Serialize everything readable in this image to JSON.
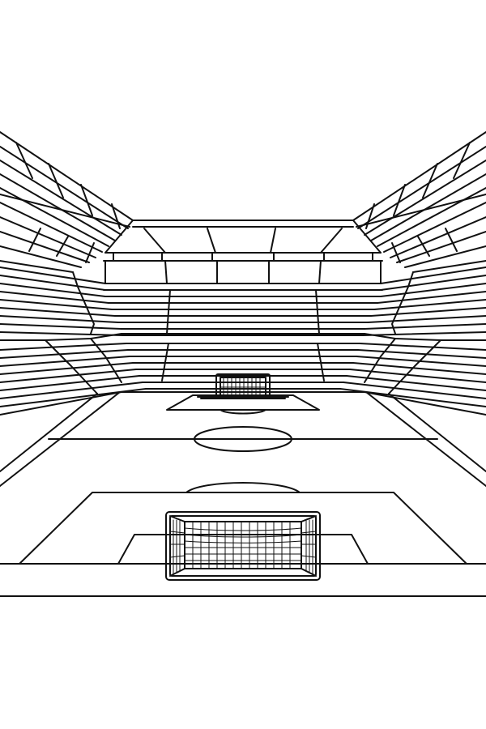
{
  "scene": {
    "subject": "stadium-line-art",
    "colors": {
      "background": "#ffffff",
      "ink": "#111111"
    },
    "goals": [
      {
        "id": "far",
        "icon": "goal-net-icon"
      },
      {
        "id": "near",
        "icon": "goal-net-icon"
      }
    ]
  }
}
